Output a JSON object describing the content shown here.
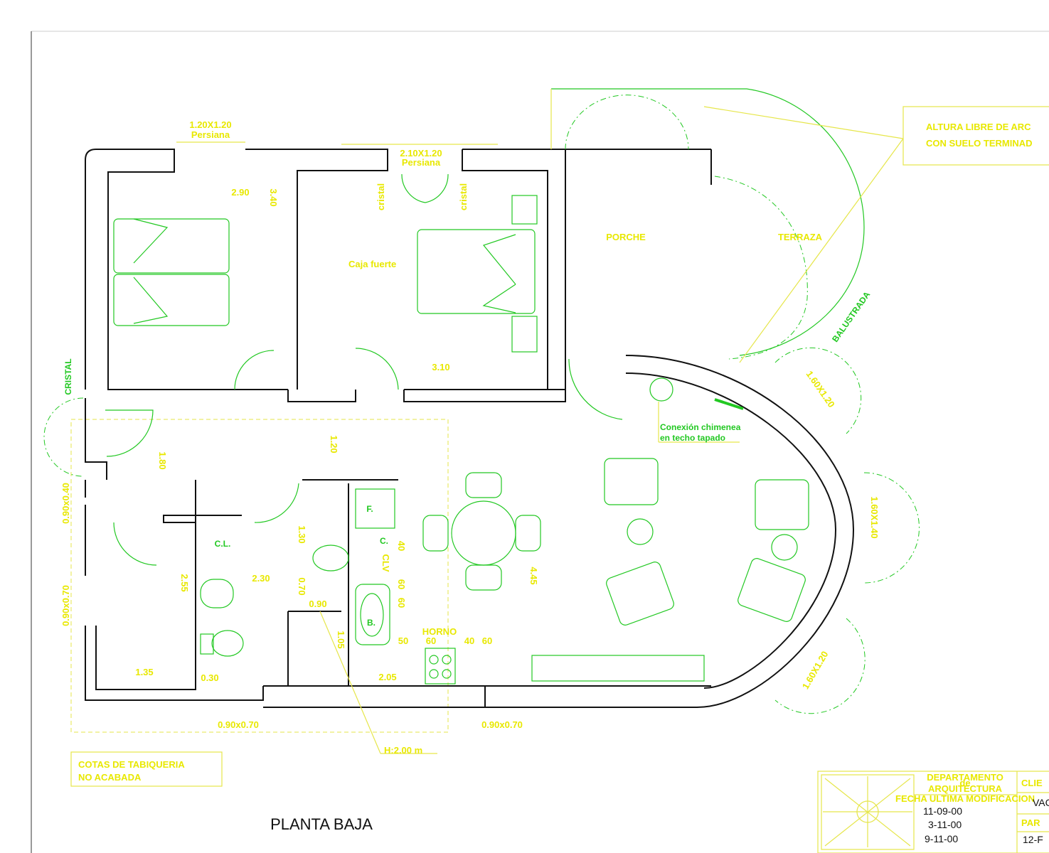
{
  "plan_title": "PLANTA BAJA",
  "note": {
    "line1": "COTAS DE TABIQUERIA",
    "line2": "NO ACABADA"
  },
  "corner_note": {
    "line1": "ALTURA LIBRE DE ARC",
    "line2": "CON SUELO TERMINAD"
  },
  "rooms": {
    "porche": "PORCHE",
    "terraza": "TERRAZA",
    "balustrada": "BALUSTRADA",
    "caja_fuerte": "Caja fuerte",
    "cl": "C.L.",
    "f": "F.",
    "c": "C.",
    "b": "B.",
    "horno": "HORNO",
    "clv": "CLV",
    "cristal_left": "CRISTAL",
    "cristal_1": "cristal",
    "cristal_2": "cristal",
    "chimenea_line1": "Conexión chimenea",
    "chimenea_line2": "en techo tapado",
    "height_note": "H:2.00 m"
  },
  "windows": {
    "w1_size": "1.20X1.20",
    "w1_type": "Persiana",
    "w2_size": "2.10X1.20",
    "w2_type": "Persiana",
    "bay1": "1.60X1.20",
    "bay2": "1.60X1.40",
    "bay3": "1.60X1.20"
  },
  "dimensions": {
    "d_290": "2.90",
    "d_340": "3.40",
    "d_310": "3.10",
    "d_180": "1.80",
    "d_120": "1.20",
    "d_090x040": "0.90x0.40",
    "d_090x070_side": "0.90x0.70",
    "d_255": "2.55",
    "d_230": "2.30",
    "d_130": "1.30",
    "d_070": "0.70",
    "d_090": "0.90",
    "d_105": "1.05",
    "d_135": "1.35",
    "d_030": "0.30",
    "d_205": "2.05",
    "d_445": "4.45",
    "d_090x070_a": "0.90x0.70",
    "d_090x070_b": "0.90x0.70",
    "d_40a": "40",
    "d_60a": "60",
    "d_60b": "60",
    "d_50": "50",
    "d_60c": "60",
    "d_40b": "40",
    "d_60d": "60"
  },
  "title_block": {
    "dept_line1": "DEPARTAMENTO",
    "dept_line2": "de",
    "dept_line3": "ARQUITECTURA",
    "mod_label": "FECHA ULTIMA MODIFICACION",
    "dates": [
      "11-09-00",
      "3-11-00",
      "9-11-00"
    ],
    "client_label": "CLIE",
    "client_value": "VAC",
    "parcel_label": "PAR",
    "parcel_value": "12-F"
  },
  "colors": {
    "walls": "#111111",
    "annotation": "#e8e800",
    "furniture": "#22c822",
    "background": "#ffffff"
  }
}
